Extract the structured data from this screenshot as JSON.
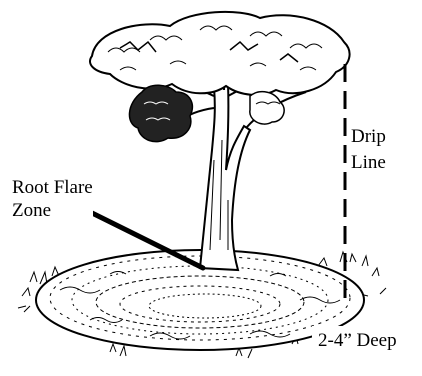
{
  "labels": {
    "root_flare_line1": "Root Flare",
    "root_flare_line2": "Zone",
    "drip_line1": "Drip",
    "drip_line2": "Line",
    "depth": "2-4” Deep"
  },
  "colors": {
    "ink": "#000000",
    "paper": "#ffffff",
    "canopy_shade": "#222222"
  }
}
